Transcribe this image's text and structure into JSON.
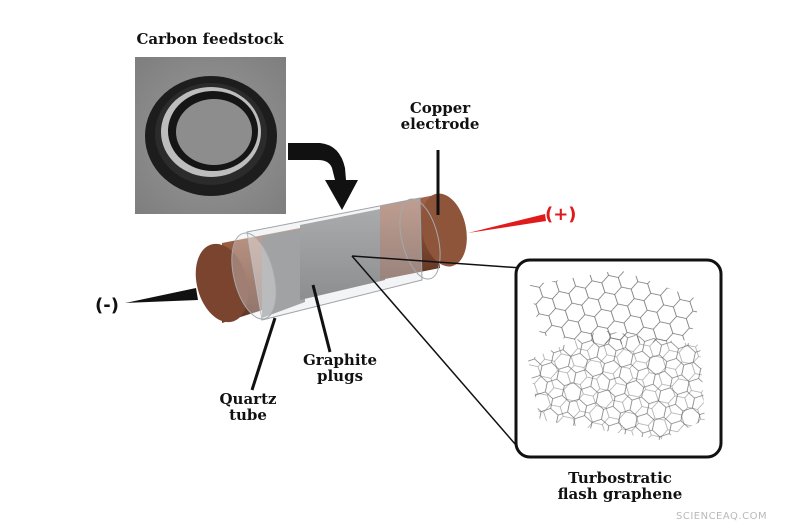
{
  "labels": {
    "feedstock": "Carbon feedstock",
    "copper_line1": "Copper",
    "copper_line2": "electrode",
    "positive": "(+)",
    "negative": "(-)",
    "quartz_line1": "Quartz",
    "quartz_line2": "tube",
    "graphite_line1": "Graphite",
    "graphite_line2": "plugs",
    "turbo_line1": "Turbostratic",
    "turbo_line2": "flash graphene"
  },
  "watermark": "SCIENCEAQ.COM",
  "colors": {
    "copper": "#8a5238",
    "copper_dark": "#6e3d28",
    "graphite": "#5d5d5d",
    "quartz": "#d9dde0",
    "positive_lead": "#e01b1b",
    "negative_lead": "#111111",
    "lattice": "#555555"
  },
  "icons": [
    "tire-photo",
    "curved-arrow-icon"
  ]
}
